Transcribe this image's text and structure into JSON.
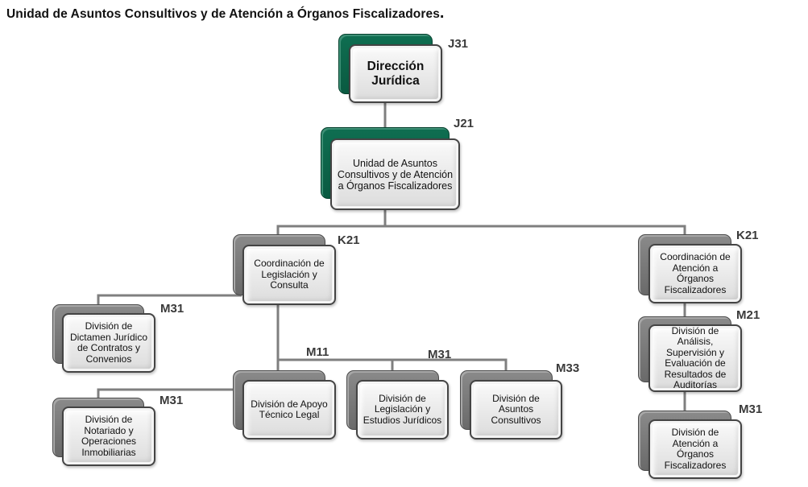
{
  "page_title": "Unidad de Asuntos Consultivos y de Atención a Órganos Fiscalizadores",
  "page_title_suffix": ".",
  "colors": {
    "accent_green": "#0a5a41",
    "shadow_gray": "#777777",
    "connector_gray": "#7f7f7f"
  },
  "nodes": {
    "direccion_juridica": {
      "label": "Dirección Jurídica",
      "code": "J31",
      "level_color": "green"
    },
    "unidad_asuntos": {
      "label": "Unidad de Asuntos Consultivos y de Atención a Órganos Fiscalizadores",
      "code": "J21",
      "level_color": "green"
    },
    "coord_legislacion": {
      "label": "Coordinación de Legislación y Consulta",
      "code": "K21",
      "level_color": "gray"
    },
    "coord_atencion": {
      "label": "Coordinación de Atención a Órganos Fiscalizadores",
      "code": "K21",
      "level_color": "gray"
    },
    "div_dictamen": {
      "label": "División de Dictamen Jurídico de Contratos y Convenios",
      "code": "M31",
      "level_color": "gray"
    },
    "div_notariado": {
      "label": "División de Notariado y Operaciones Inmobiliarias",
      "code": "M31",
      "level_color": "gray"
    },
    "div_apoyo": {
      "label": "División de Apoyo Técnico Legal",
      "code": "M11",
      "level_color": "gray"
    },
    "div_legislacion": {
      "label": "División de Legislación y Estudios Jurídicos",
      "code": "M31",
      "level_color": "gray"
    },
    "div_asuntos": {
      "label": "División de Asuntos Consultivos",
      "code": "M33",
      "level_color": "gray"
    },
    "div_analisis": {
      "label": "División de Análisis, Supervisión y Evaluación de Resultados de Auditorías",
      "code": "M21",
      "level_color": "gray"
    },
    "div_atencion": {
      "label": "División de Atención a Órganos Fiscalizadores",
      "code": "M31",
      "level_color": "gray"
    }
  },
  "hierarchy": [
    {
      "parent": "direccion_juridica",
      "children": [
        "unidad_asuntos"
      ]
    },
    {
      "parent": "unidad_asuntos",
      "children": [
        "coord_legislacion",
        "coord_atencion"
      ]
    },
    {
      "parent": "coord_legislacion",
      "children": [
        "div_dictamen",
        "div_notariado",
        "div_apoyo",
        "div_legislacion",
        "div_asuntos"
      ]
    },
    {
      "parent": "coord_atencion",
      "children": [
        "div_analisis",
        "div_atencion"
      ]
    }
  ]
}
